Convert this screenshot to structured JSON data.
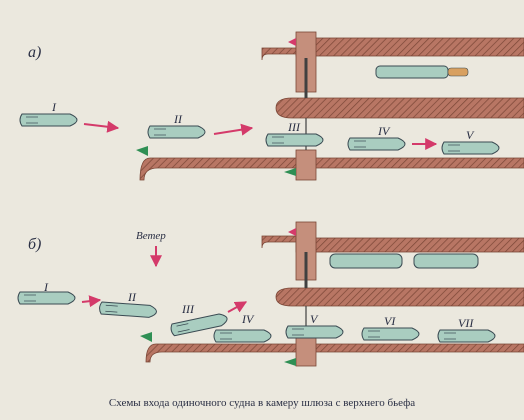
{
  "caption": "Схемы входа одиночного судна в камеру шлюза с верхнего бьефа",
  "panel_a": {
    "label": "а)",
    "vessels": [
      "I",
      "II",
      "III",
      "IV",
      "V"
    ]
  },
  "panel_b": {
    "label": "б)",
    "wind_label": "Ветер",
    "vessels": [
      "I",
      "II",
      "III",
      "IV",
      "V",
      "VI",
      "VII"
    ]
  },
  "colors": {
    "wall": "#a86a58",
    "wall_hatch": "#7a4636",
    "vessel": "#a9cdc0",
    "vessel_stroke": "#3a4a52",
    "arrow": "#d43a6a",
    "gate": "#404040",
    "green": "#2f8f54",
    "moored_tail": "#d8a060"
  }
}
